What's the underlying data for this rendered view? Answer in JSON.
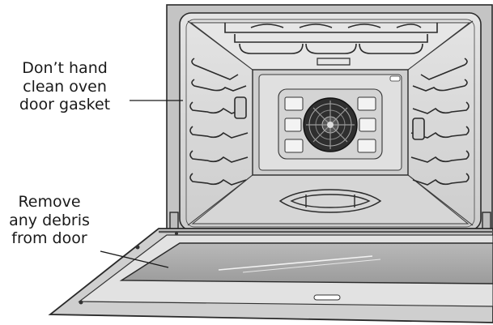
{
  "callouts": {
    "gasket": [
      "Don’t hand",
      "clean oven",
      "door gasket"
    ],
    "debris": [
      "Remove",
      "any debris",
      "from door"
    ]
  },
  "colors": {
    "stroke": "#2a2a2a",
    "cavity": "#d9d9d9",
    "back_panel": "#cfcfcf",
    "door_glass": "#a9a9a9",
    "frame": "#bdbdbd"
  }
}
